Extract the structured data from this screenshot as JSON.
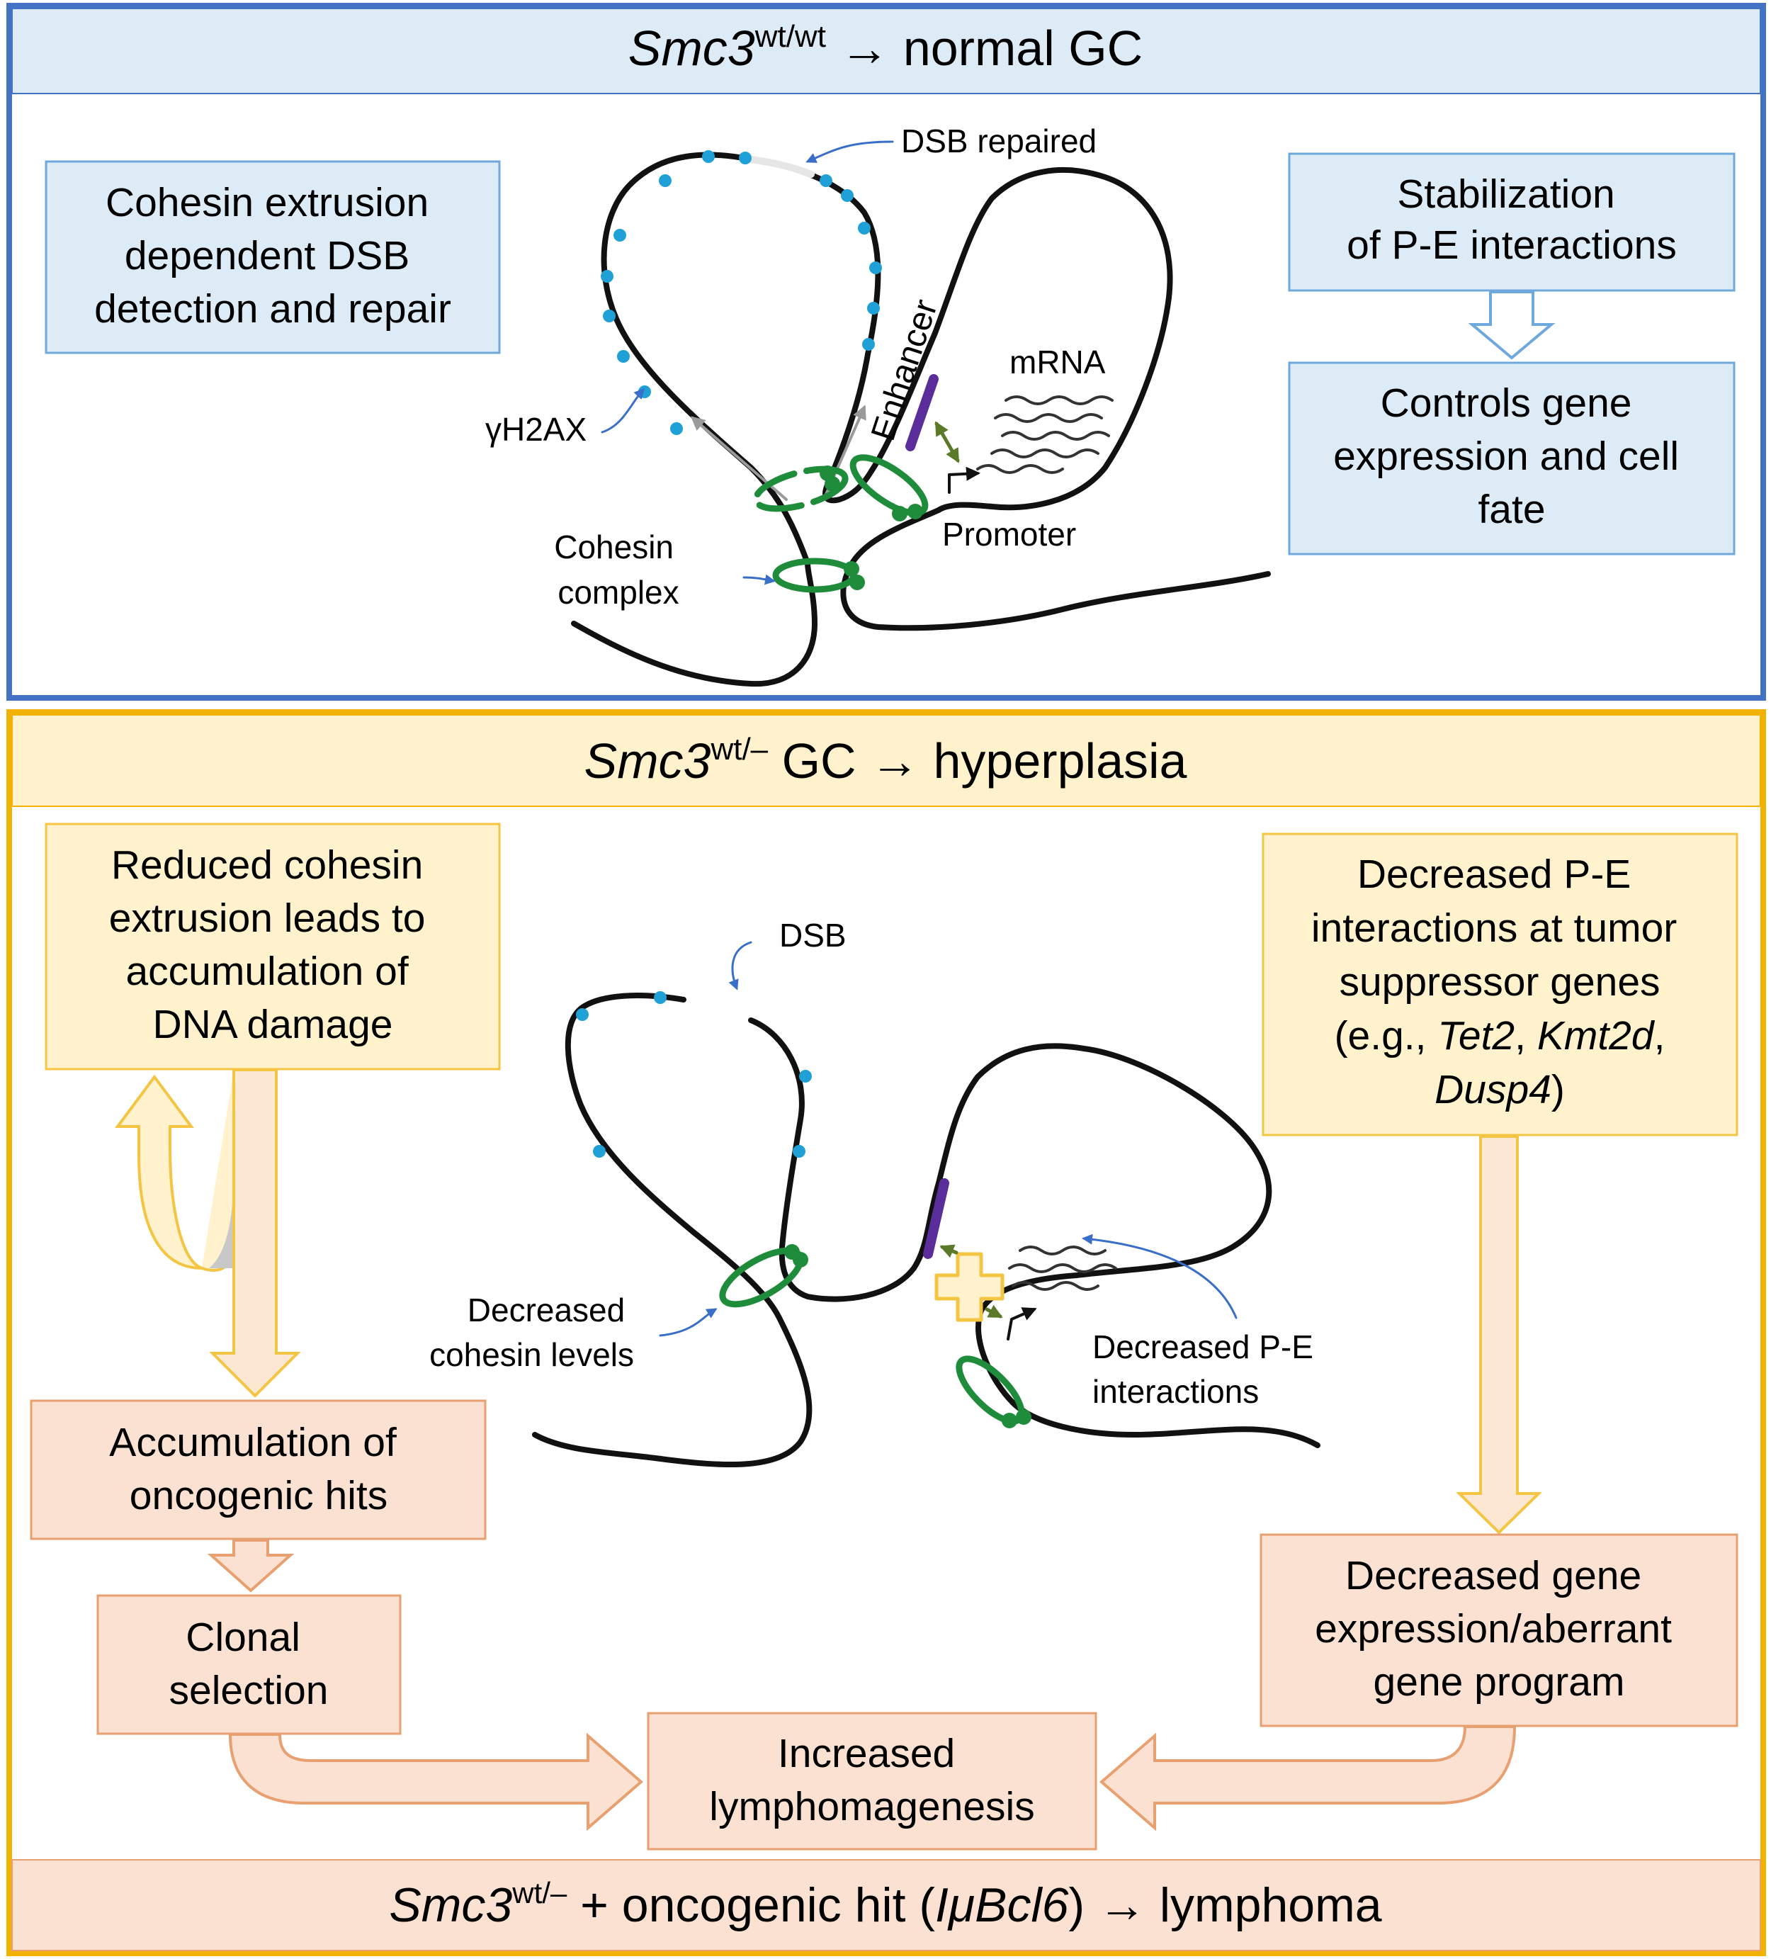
{
  "colors": {
    "panel_top_border": "#4472C4",
    "panel_top_fill": "#DDEBF7",
    "panel_bottom_border": "#F2B200",
    "panel_bottom_outer_border": "#E9A23B",
    "yellow_fill": "#FFF2CC",
    "yellow_border": "#F4C542",
    "peach_fill": "#FBE1D2",
    "peach_border": "#E9A070",
    "dna": "#111111",
    "cohesin": "#1E8C3A",
    "gamma_h2ax_dot": "#1FA0D6",
    "enhancer": "#5B2D9B",
    "pe_arrow": "#5A7A2A",
    "callout_arrow": "#3A6FC9"
  },
  "top_panel": {
    "title_gene": "Smc3",
    "title_sup": "wt/wt",
    "title_rest": " → normal GC",
    "box_left_lines": [
      "Cohesin extrusion",
      "dependent DSB",
      "detection and repair"
    ],
    "box_right_top_lines": [
      "Stabilization",
      "of P-E interactions"
    ],
    "box_right_bottom_lines": [
      "Controls gene",
      "expression and cell",
      "fate"
    ],
    "label_dsb_repaired": "DSB repaired",
    "label_gamma_h2ax": "γH2AX",
    "label_mrna": "mRNA",
    "label_enhancer": "Enhancer",
    "label_promoter": "Promoter",
    "label_cohesin_lines": [
      "Cohesin",
      "complex"
    ]
  },
  "bottom_panel": {
    "title_gene": "Smc3",
    "title_sup": "wt/–",
    "title_rest": " GC → hyperplasia",
    "box_left_lines": [
      "Reduced cohesin",
      "extrusion leads to",
      "accumulation of",
      "DNA damage"
    ],
    "box_right_lines": [
      "Decreased P-E",
      "interactions at tumor",
      "suppressor genes"
    ],
    "box_right_genes": {
      "open": "(e.g., ",
      "g1": "Tet2",
      "sep1": ", ",
      "g2": "Kmt2d",
      "sep2": ",",
      "g3": "Dusp4",
      "close": ")"
    },
    "box_accum_lines": [
      "Accumulation of",
      "oncogenic hits"
    ],
    "box_clonal_lines": [
      "Clonal",
      "selection"
    ],
    "box_decreased_expr_lines": [
      "Decreased gene",
      "expression/aberrant",
      "gene program"
    ],
    "box_increased_lines": [
      "Increased",
      "lymphomagenesis"
    ],
    "label_dsb": "DSB",
    "label_decreased_cohesin_lines": [
      "Decreased",
      "cohesin levels"
    ],
    "label_decreased_pe_lines": [
      "Decreased P-E",
      "interactions"
    ],
    "footer_gene": "Smc3",
    "footer_sup": "wt/–",
    "footer_mid": " + oncogenic hit (",
    "footer_allele": "IμBcl6",
    "footer_end": ") → lymphoma"
  }
}
